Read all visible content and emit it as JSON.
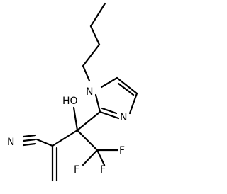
{
  "molecule": {
    "atoms": {
      "n1": "N",
      "n2": "N",
      "hydroxyl": "HO",
      "nitrile_n": "N",
      "f1": "F",
      "f2": "F",
      "f3": "F"
    }
  },
  "colors": {
    "bond": "#000000",
    "text": "#000000",
    "background": "#ffffff"
  }
}
